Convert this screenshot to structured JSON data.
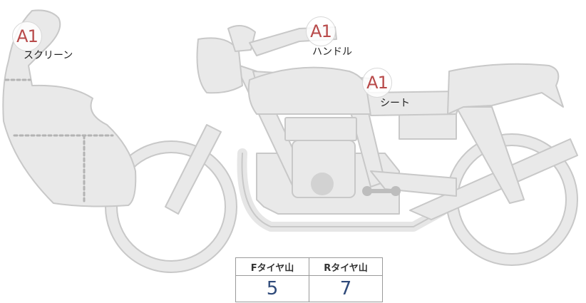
{
  "parts": [
    {
      "id": "screen",
      "badge": "A1",
      "label": "スクリーン"
    },
    {
      "id": "handle",
      "badge": "A1",
      "label": "ハンドル"
    },
    {
      "id": "seat",
      "badge": "A1",
      "label": "シート"
    }
  ],
  "tread_table": {
    "headers": [
      "Fタイヤ山",
      "Rタイヤ山"
    ],
    "values": [
      "5",
      "7"
    ]
  },
  "colors": {
    "body_fill": "#e8e8e8",
    "outline": "#c4c4c4",
    "badge_text": "#b84a4a",
    "value_text": "#2f4a7a"
  }
}
